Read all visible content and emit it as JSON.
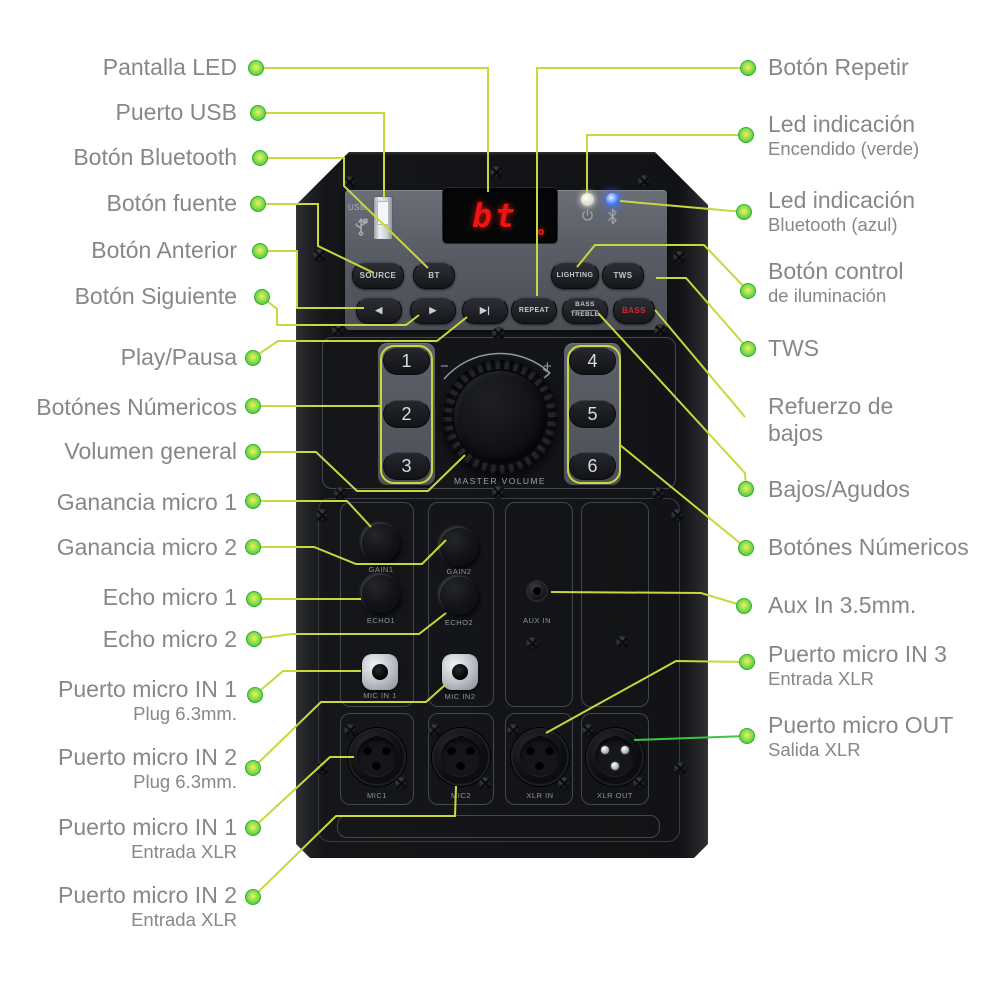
{
  "colors": {
    "line_yellow": "#c9d73b",
    "line_green": "#3fc53f",
    "dot_green": "#46c93e",
    "display_red": "#ee1510",
    "bass_red": "#d02a26",
    "led_power": "#f2f2ea",
    "led_bluetooth": "#4d82ff",
    "label_gray": "#85878b"
  },
  "callouts": {
    "left": [
      {
        "label": "Pantalla LED"
      },
      {
        "label": "Puerto USB"
      },
      {
        "label": "Botón Bluetooth"
      },
      {
        "label": "Botón fuente"
      },
      {
        "label": "Botón Anterior"
      },
      {
        "label": "Botón Siguiente"
      },
      {
        "label": "Play/Pausa"
      },
      {
        "label": "Botónes Númericos"
      },
      {
        "label": "Volumen general"
      },
      {
        "label": "Ganancia micro 1"
      },
      {
        "label": "Ganancia micro 2"
      },
      {
        "label": "Echo micro 1"
      },
      {
        "label": "Echo micro 2"
      },
      {
        "label": "Puerto micro IN 1",
        "sub": "Plug 6.3mm."
      },
      {
        "label": "Puerto micro IN 2",
        "sub": "Plug 6.3mm."
      },
      {
        "label": "Puerto micro IN 1",
        "sub": "Entrada XLR"
      },
      {
        "label": "Puerto micro IN 2",
        "sub": "Entrada XLR"
      }
    ],
    "right": [
      {
        "label": "Botón Repetir"
      },
      {
        "label": "Led indicación",
        "sub": "Encendido (verde)"
      },
      {
        "label": "Led indicación",
        "sub": "Bluetooth (azul)"
      },
      {
        "label": "Botón control",
        "sub": "de iluminación"
      },
      {
        "label": "TWS"
      },
      {
        "label": "Refuerzo de",
        "sub": "bajos"
      },
      {
        "label": "Bajos/Agudos"
      },
      {
        "label": "Botónes Númericos"
      },
      {
        "label": "Aux In 3.5mm."
      },
      {
        "label": "Puerto micro IN 3",
        "sub": "Entrada XLR"
      },
      {
        "label": "Puerto micro OUT",
        "sub": "Salida XLR"
      }
    ]
  },
  "panel": {
    "usb_label": "USB",
    "display_value": "bt",
    "buttons": {
      "source": "SOURCE",
      "bt": "BT",
      "lighting": "LIGHTING",
      "tws": "TWS",
      "prev": "◀",
      "next": "▶",
      "play_pause": "▶|",
      "repeat": "REPEAT",
      "bass_treble_top": "BASS",
      "bass_treble_bottom": "TREBLE",
      "bass": "BASS"
    },
    "numbers": [
      "1",
      "2",
      "3",
      "4",
      "5",
      "6"
    ],
    "volume": {
      "minus": "−",
      "plus": "+",
      "label": "MASTER VOLUME"
    },
    "knobs": {
      "gain1": "GAIN1",
      "gain2": "GAIN2",
      "echo1": "ECHO1",
      "echo2": "ECHO2"
    },
    "jacks": {
      "aux": "AUX IN",
      "mic_in_1": "MIC IN 1",
      "mic_in_2": "MIC IN2"
    },
    "xlr": {
      "mic1": "MIC1",
      "mic2": "MIC2",
      "xlr_in": "XLR IN",
      "xlr_out": "XLR OUT"
    }
  }
}
